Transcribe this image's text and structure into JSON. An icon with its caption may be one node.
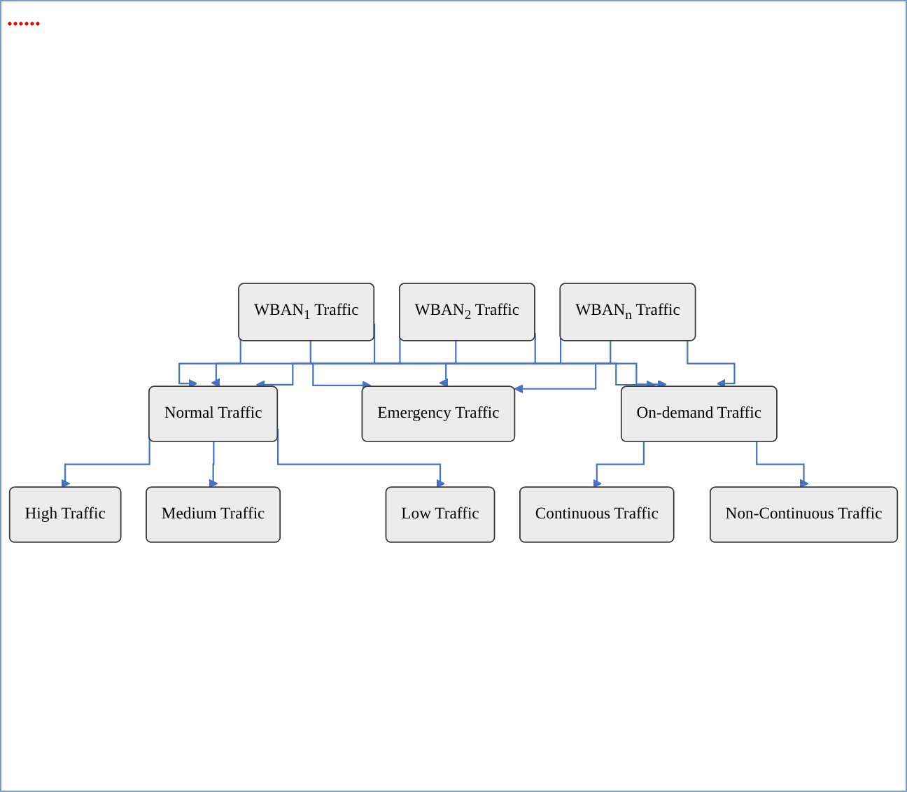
{
  "diagram": {
    "nodes": [
      {
        "text": [
          "WBAN$_{1}$ Traffic"
        ]
      },
      {
        "text": [
          "WBAN$_{2}$ Traffic"
        ]
      },
      {
        "text": [
          "WBAN$_{n}$ Traffic"
        ]
      },
      {
        "text": [
          "Normal Traffic"
        ]
      },
      {
        "text": [
          "Emergency Traffic"
        ]
      },
      {
        "text": [
          "On-demand Traffic"
        ]
      },
      {
        "text": [
          "High Traffic"
        ]
      },
      {
        "text": [
          "Medium Traffic"
        ]
      },
      {
        "text": [
          "Low Traffic"
        ]
      },
      {
        "text": [
          "Continuous Traffic"
        ]
      },
      {
        "text": [
          "Non-Continuous Traffic"
        ]
      }
    ],
    "edges": [
      {
        "from": 0,
        "to": 3,
        "arrow": "to"
      },
      {
        "from": 0,
        "to": 4,
        "arrow": "to"
      },
      {
        "from": 0,
        "to": 5,
        "arrow": "to"
      },
      {
        "from": 1,
        "to": 3,
        "arrow": "to"
      },
      {
        "from": 1,
        "to": 4,
        "arrow": "to"
      },
      {
        "from": 1,
        "to": 5,
        "arrow": "to"
      },
      {
        "from": 2,
        "to": 3,
        "arrow": "to"
      },
      {
        "from": 2,
        "to": 4,
        "arrow": "to"
      },
      {
        "from": 2,
        "to": 5,
        "arrow": "to"
      },
      {
        "from": 3,
        "to": 6,
        "arrow": "to"
      },
      {
        "from": 3,
        "to": 7,
        "arrow": "to"
      },
      {
        "from": 3,
        "to": 8,
        "arrow": "to"
      },
      {
        "from": 5,
        "to": 9,
        "arrow": "to"
      },
      {
        "from": 5,
        "to": 10,
        "arrow": "to"
      }
    ],
    "labels": [
      "......"
    ]
  }
}
